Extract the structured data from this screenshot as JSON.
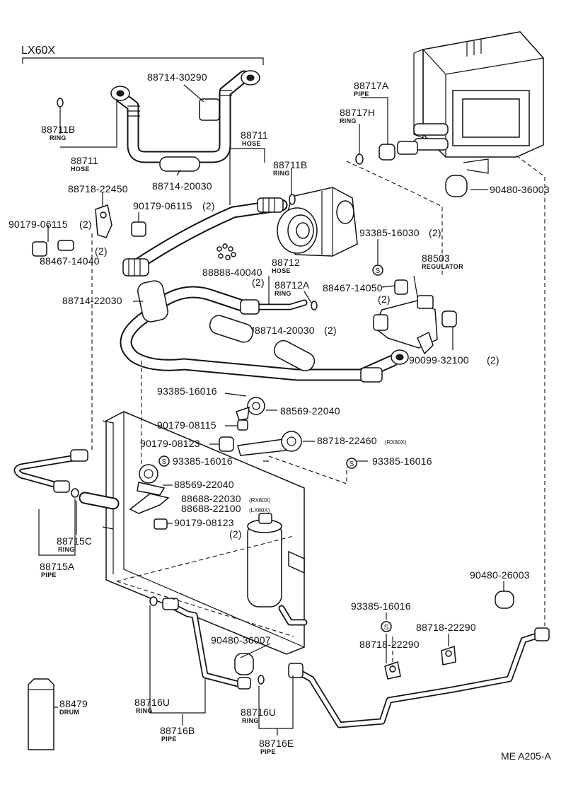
{
  "header": {
    "variant": "LX60X"
  },
  "footer": {
    "code": "ME A205-A"
  },
  "sub_labels": {
    "ring": "RING",
    "hose": "HOSE",
    "pipe": "PIPE",
    "regulator": "REGULATOR",
    "drum": "DRUM"
  },
  "callouts": {
    "p88714_30290": "88714-30290",
    "p88711b_top": "88711B",
    "p88711_top": "88711",
    "p88714_20030_top": "88714-20030",
    "p88711_mid": "88711",
    "p88711b_mid": "88711B",
    "p88717a": "88717A",
    "p88717h": "88717H",
    "p90480_36003": "90480-36003",
    "p88718_22450": "88718-22450",
    "p90179_06115_l": "90179-06115",
    "p90179_06115_r": "90179-06115",
    "p88467_14040": "88467-14040",
    "p93385_16030": "93385-16030",
    "p88503": "88503",
    "p88888_40040": "88888-40040",
    "p88712": "88712",
    "p88712a": "88712A",
    "p88467_14050": "88467-14050",
    "p88714_22030": "88714-22030",
    "p88714_20030_mid": "88714-20030",
    "p90099_32100": "90099-32100",
    "p93385_16016_a": "93385-16016",
    "p88569_22040_a": "88569-22040",
    "p90179_08115": "90179-08115",
    "p90179_08123_a": "90179-08123",
    "p88718_22460": "88718-22460",
    "p93385_16016_b": "93385-16016",
    "p93385_16016_c": "93385-16016",
    "p88569_22040_b": "88569-22040",
    "p88688_22030": "88688-22030",
    "p88688_22100": "88688-22100",
    "p90179_08123_b": "90179-08123",
    "p88715c": "88715C",
    "p88715a": "88715A",
    "p90480_26003": "90480-26003",
    "p93385_16016_d": "93385-16016",
    "p88718_22290_a": "88718-22290",
    "p88718_22290_b": "88718-22290",
    "p90480_36007": "90480-36007",
    "p88479": "88479",
    "p88716u_l": "88716U",
    "p88716b": "88716B",
    "p88716u_r": "88716U",
    "p88716e": "88716E"
  },
  "qty": {
    "two": "(2)"
  },
  "tags": {
    "rx60x": "(RX60X)",
    "lx60x": "(LX60X)"
  },
  "symbols": {
    "s": "S"
  }
}
